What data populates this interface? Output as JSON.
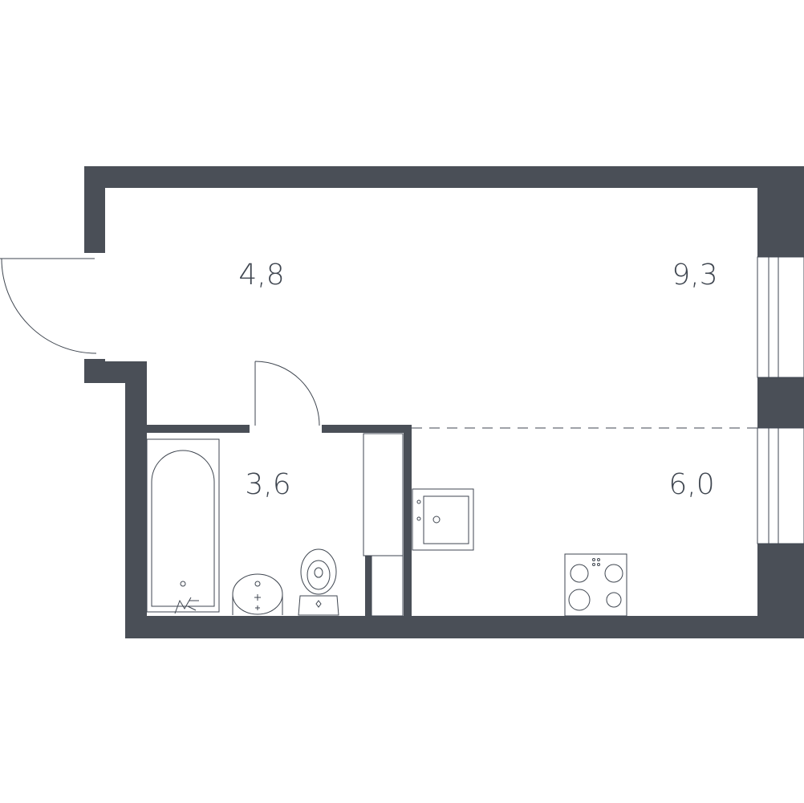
{
  "colors": {
    "wall": "#3f4650",
    "line": "#3f4650",
    "background": "#ffffff"
  },
  "rooms": [
    {
      "id": "hallway",
      "area": "4,8"
    },
    {
      "id": "living",
      "area": "9,3"
    },
    {
      "id": "bathroom",
      "area": "3,6"
    },
    {
      "id": "kitchen",
      "area": "6,0"
    }
  ],
  "icons": [
    "door-swing-icon",
    "bathtub-icon",
    "washbasin-icon",
    "toilet-icon",
    "kitchen-sink-icon",
    "cooktop-icon",
    "window-icon"
  ]
}
